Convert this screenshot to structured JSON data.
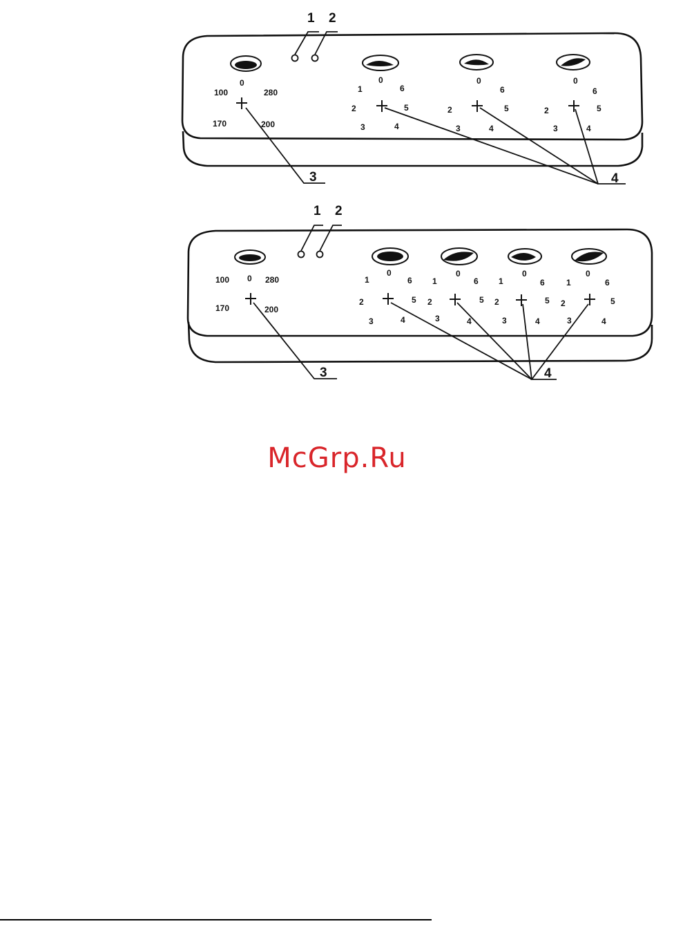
{
  "colors": {
    "ink": "#111111",
    "watermark": "#d9252a",
    "background": "#ffffff"
  },
  "callouts": {
    "c1": "1",
    "c2": "2",
    "c3": "3",
    "c4": "4"
  },
  "temp_dial": {
    "top": "0",
    "upper_left": "100",
    "upper_right": "280",
    "lower_left": "170",
    "lower_right": "200"
  },
  "temp_dial_bottom": {
    "top": "0",
    "upper_left": "100",
    "upper_right": "280",
    "lower_left": "170",
    "lower_right": "200"
  },
  "zone_dial": {
    "l0": "0",
    "l1": "1",
    "l2": "2",
    "l3": "3",
    "l4": "4",
    "l5": "5",
    "l6": "6"
  },
  "watermark": "McGrp.Ru",
  "icons": {
    "knob": "knob-icon",
    "indicator": "indicator-lamp-icon",
    "pointer": "dial-pointer-icon"
  }
}
